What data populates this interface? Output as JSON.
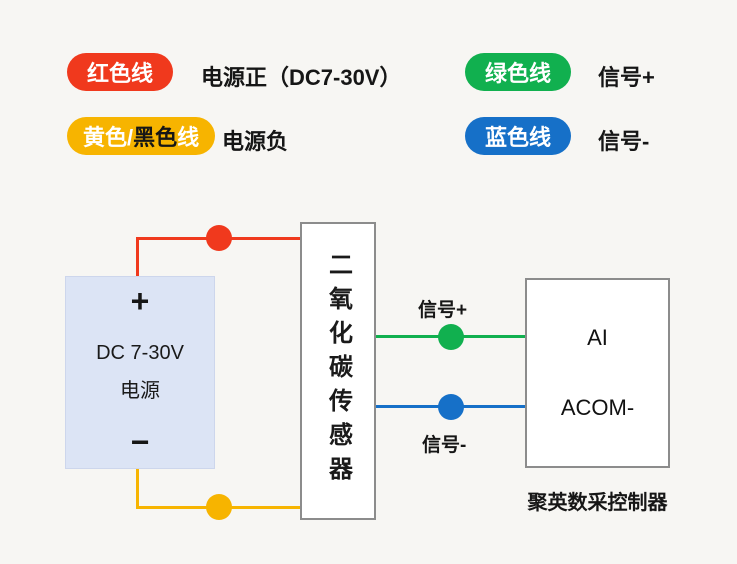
{
  "colors": {
    "background": "#f7f6f3",
    "red": "#f0391d",
    "yellow": "#f7b400",
    "green": "#11b04f",
    "blue": "#1670c8",
    "power_box_fill": "#dce4f5"
  },
  "legend": {
    "red": {
      "badge": "红色线",
      "desc": "电源正（DC7-30V）"
    },
    "green": {
      "badge": "绿色线",
      "desc": "信号+"
    },
    "yellow": {
      "badge_part1": "黄色/",
      "badge_part2": "黑色",
      "badge_part3": "线",
      "desc": "电源负"
    },
    "blue": {
      "badge": "蓝色线",
      "desc": "信号-"
    }
  },
  "diagram": {
    "power_box": {
      "plus": "+",
      "name_line1": "DC 7-30V",
      "name_line2": "电源",
      "minus": "−"
    },
    "sensor_label": "二氧化碳传感器",
    "controller": {
      "port_ai": "AI",
      "port_acom": "ACOM-",
      "caption": "聚英数采控制器"
    },
    "signal_plus_label": "信号+",
    "signal_minus_label": "信号-"
  }
}
